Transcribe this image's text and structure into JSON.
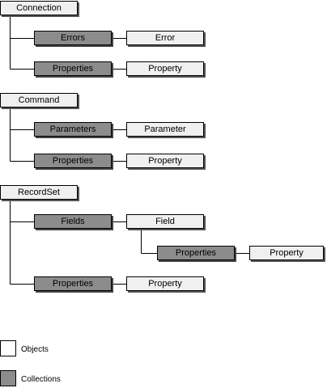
{
  "groups": [
    {
      "root": "Connection",
      "children": [
        {
          "collection": "Errors",
          "object": "Error"
        },
        {
          "collection": "Properties",
          "object": "Property"
        }
      ]
    },
    {
      "root": "Command",
      "children": [
        {
          "collection": "Parameters",
          "object": "Parameter"
        },
        {
          "collection": "Properties",
          "object": "Property"
        }
      ]
    },
    {
      "root": "RecordSet",
      "children": [
        {
          "collection": "Fields",
          "object": "Field",
          "sub": {
            "collection": "Properties",
            "object": "Property"
          }
        },
        {
          "collection": "Properties",
          "object": "Property"
        }
      ]
    }
  ],
  "legend": {
    "objects_label": "Objects",
    "collections_label": "Collections"
  },
  "colors": {
    "object_fill": "#f0f0f0",
    "collection_fill": "#8c8c8c",
    "line": "#000000"
  }
}
